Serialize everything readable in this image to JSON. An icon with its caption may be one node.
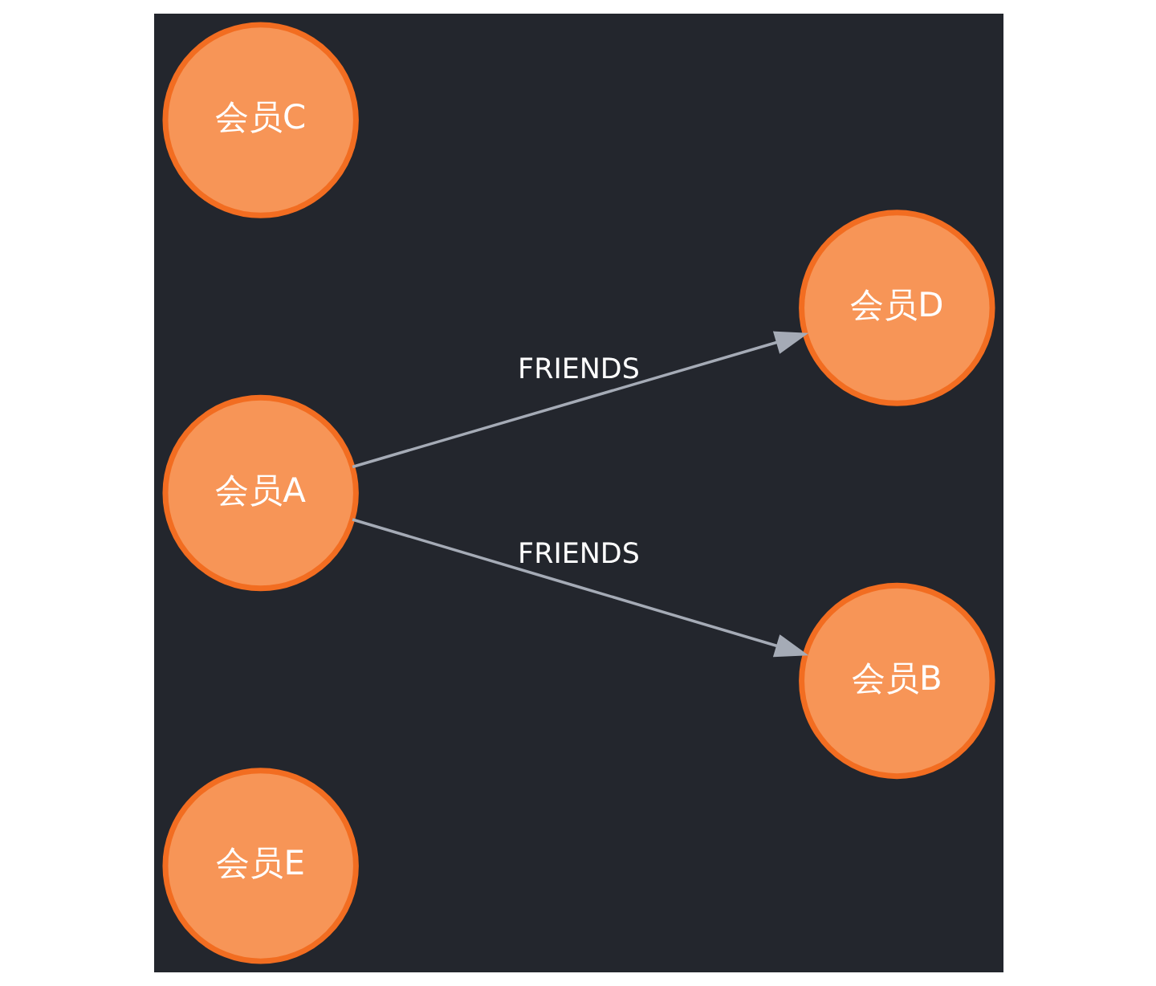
{
  "diagram": {
    "nodes": [
      {
        "text": [
          "会员E"
        ]
      },
      {
        "text": [
          "会员D"
        ]
      },
      {
        "text": [
          "会员C"
        ]
      },
      {
        "text": [
          "会员A"
        ]
      },
      {
        "text": [
          "会员B"
        ]
      }
    ],
    "edges": [
      {
        "from": 3,
        "to": 1,
        "arrow": "to",
        "label": "FRIENDS"
      },
      {
        "from": 3,
        "to": 4,
        "arrow": "to",
        "label": "FRIENDS"
      }
    ]
  }
}
